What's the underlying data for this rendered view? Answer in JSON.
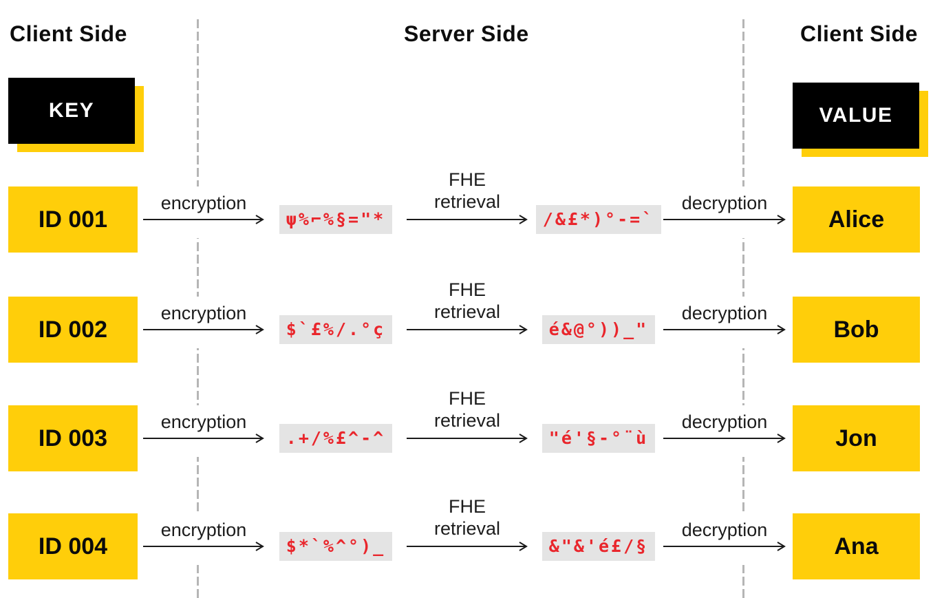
{
  "headers": {
    "left": "Client Side",
    "center": "Server Side",
    "right": "Client Side"
  },
  "legend": {
    "key_label": "KEY",
    "value_label": "VALUE"
  },
  "arrow_labels": {
    "encryption": "encryption",
    "fhe_line1": "FHE",
    "fhe_line2": "retrieval",
    "decryption": "decryption"
  },
  "rows": [
    {
      "key": "ID 001",
      "encrypted_key": "ψ%⌐%§=\"*",
      "encrypted_value": "/&£*)°-=`",
      "value": "Alice"
    },
    {
      "key": "ID 002",
      "encrypted_key": "$`£%/.°ç",
      "encrypted_value": "é&@°))_\"",
      "value": "Bob"
    },
    {
      "key": "ID 003",
      "encrypted_key": ".+/%£^-^",
      "encrypted_value": "\"é'§-°¨ù",
      "value": "Jon"
    },
    {
      "key": "ID 004",
      "encrypted_key": "$*`%^°)_",
      "encrypted_value": "&\"&'é£/§",
      "value": "Ana"
    }
  ],
  "colors": {
    "yellow": "#FFCE0A",
    "red": "#E9262C",
    "cipher_background": "#E4E4E4",
    "box_black": "#000000",
    "dash_gray": "#B5B5B5"
  }
}
